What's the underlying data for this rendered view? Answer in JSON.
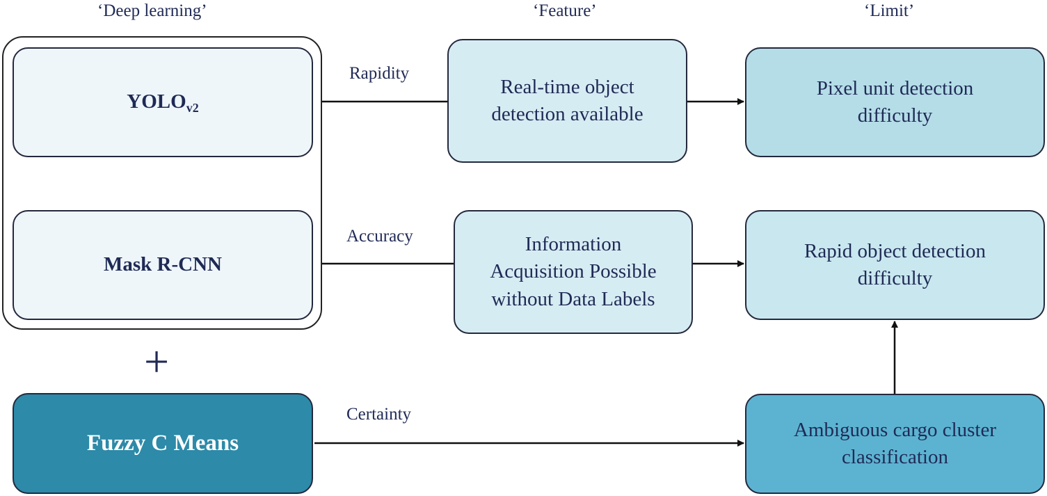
{
  "headers": {
    "deep_learning": "‘Deep learning’",
    "feature": "‘Feature’",
    "limit": "‘Limit’"
  },
  "methods": {
    "yolo_main": "YOLO",
    "yolo_sub": "v2",
    "mask_rcnn": "Mask R-CNN",
    "fuzzy": "Fuzzy C Means",
    "plus": "+"
  },
  "edge_labels": {
    "rapidity": "Rapidity",
    "accuracy": "Accuracy",
    "certainty": "Certainty"
  },
  "features": {
    "realtime_line1": "Real-time object",
    "realtime_line2": "detection available",
    "info_line1": "Information",
    "info_line2": "Acquisition Possible",
    "info_line3": "without Data Labels"
  },
  "limits": {
    "pixel_line1": "Pixel unit detection",
    "pixel_line2": "difficulty",
    "rapid_line1": "Rapid object detection",
    "rapid_line2": "difficulty",
    "ambig_line1": "Ambiguous cargo cluster",
    "ambig_line2": "classification"
  },
  "colors": {
    "method_fill": "#eef6fa",
    "feature_fill": "#d6ecf3",
    "limit_light": "#b5dde8",
    "limit_ambiguous": "#5cb3d1",
    "fuzzy_fill": "#2d8aa8",
    "text": "#1f2a55"
  }
}
